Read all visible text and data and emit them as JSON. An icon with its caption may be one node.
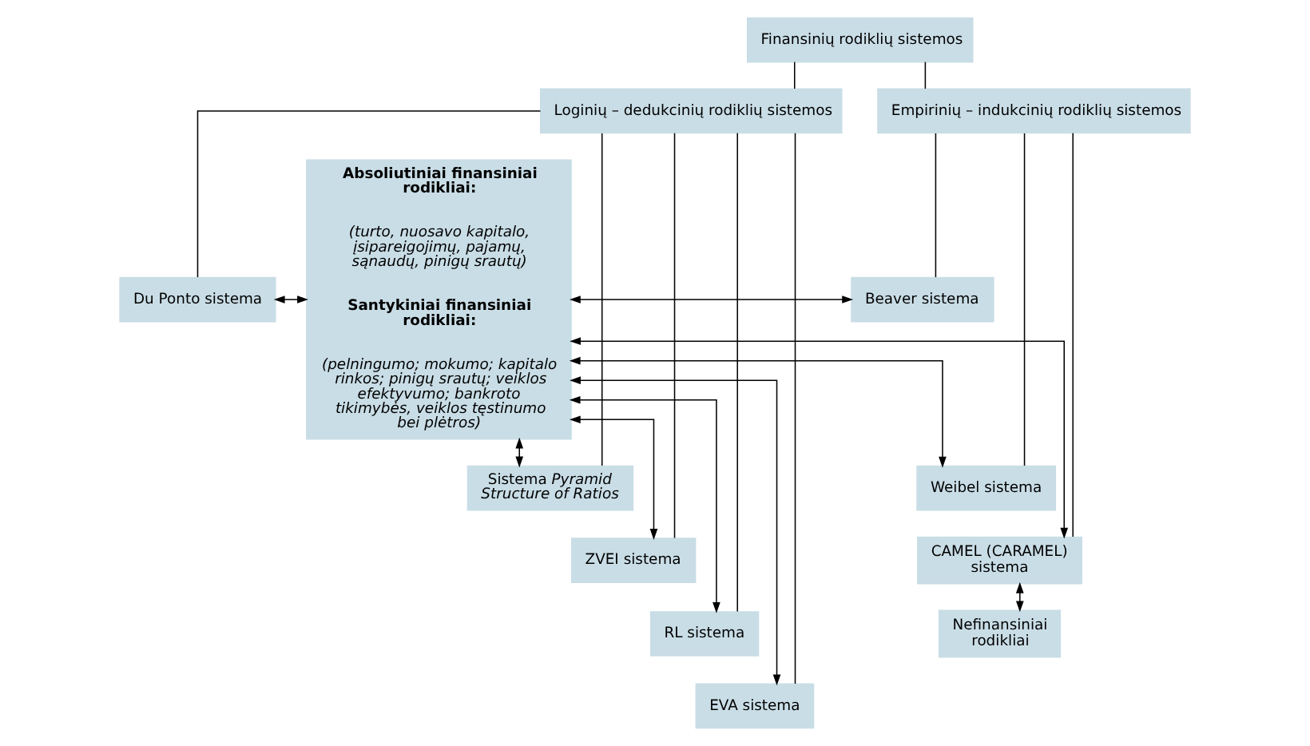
{
  "diagram": {
    "nodes": [
      {
        "text": [
          "Finansinių rodiklių sistemos"
        ]
      },
      {
        "text": [
          "Loginių – dedukcinių rodiklių sistemos"
        ]
      },
      {
        "text": [
          "Empirinių – indukcinių rodiklių sistemos"
        ]
      },
      {
        "text": [
          "Du Ponto sistema"
        ]
      },
      {
        "text": [
          "Sistema *Pyramid Structure of Ratios*"
        ]
      },
      {
        "text": [
          "ZVEI sistema"
        ]
      },
      {
        "text": [
          "RL sistema"
        ]
      },
      {
        "text": [
          "EVA sistema"
        ]
      },
      {
        "text": [
          "Absoliutiniai finansiniai rodikliai:",
          "(turto, nuosavo kapitalo, įsipareigojimų, pajamų, sąnaudų, pinigų srautų)",
          "Santykiniai finansiniai rodikliai:",
          "(pelningumo; mokumo; kapitalo rinkos; pinigų srautų; veiklos efektyvumo; bankroto tikimybės, veiklos tęstinumo bei plėtros)"
        ]
      },
      {
        "text": [
          "Beaver sistema"
        ]
      },
      {
        "text": [
          "Weibel sistema"
        ]
      },
      {
        "text": [
          "CAMEL (CARAMEL) sistema"
        ]
      },
      {
        "text": [
          "Nefinansiniai rodikliai"
        ]
      }
    ],
    "edges": [
      {
        "from": 0,
        "to": 1,
        "arrow": "none"
      },
      {
        "from": 0,
        "to": 2,
        "arrow": "none"
      },
      {
        "from": 1,
        "to": 3,
        "arrow": "none"
      },
      {
        "from": 1,
        "to": 4,
        "arrow": "none"
      },
      {
        "from": 1,
        "to": 5,
        "arrow": "none"
      },
      {
        "from": 1,
        "to": 6,
        "arrow": "none"
      },
      {
        "from": 1,
        "to": 7,
        "arrow": "none"
      },
      {
        "from": 2,
        "to": 9,
        "arrow": "none"
      },
      {
        "from": 2,
        "to": 10,
        "arrow": "none"
      },
      {
        "from": 2,
        "to": 11,
        "arrow": "none"
      },
      {
        "from": 3,
        "to": 8,
        "arrow": "both"
      },
      {
        "from": 4,
        "to": 8,
        "arrow": "both"
      },
      {
        "from": 5,
        "to": 8,
        "arrow": "both"
      },
      {
        "from": 6,
        "to": 8,
        "arrow": "both"
      },
      {
        "from": 7,
        "to": 8,
        "arrow": "both"
      },
      {
        "from": 8,
        "to": 9,
        "arrow": "both"
      },
      {
        "from": 8,
        "to": 10,
        "arrow": "both"
      },
      {
        "from": 8,
        "to": 11,
        "arrow": "both"
      },
      {
        "from": 11,
        "to": 12,
        "arrow": "both"
      }
    ]
  }
}
